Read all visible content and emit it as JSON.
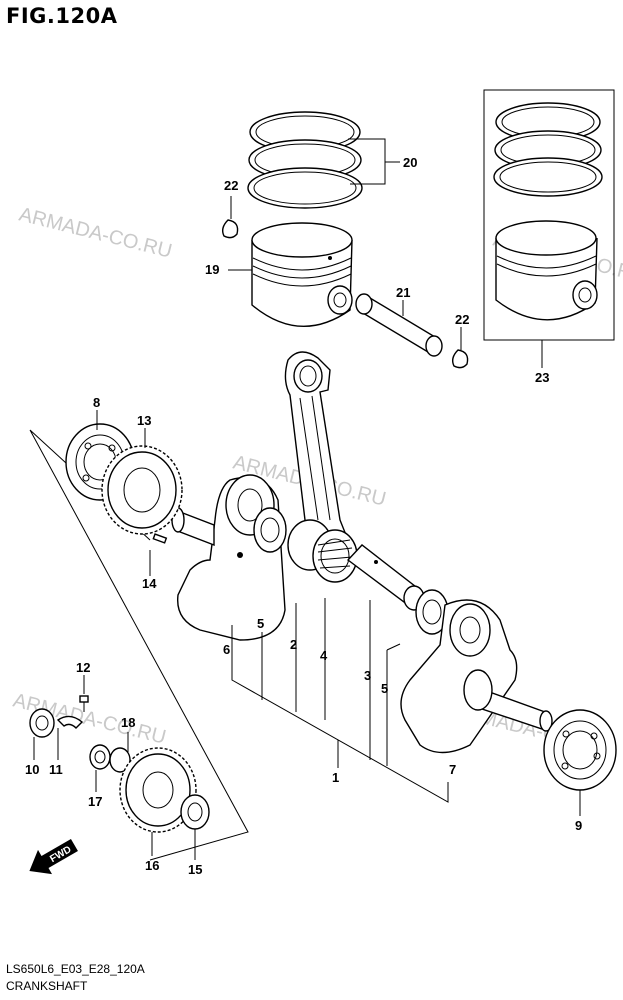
{
  "figure_title": "FIG.120A",
  "footer": {
    "model_code": "LS650L6_E03_E28_120A",
    "section_name": "CRANKSHAFT"
  },
  "watermark": "ARMADA-CO.RU",
  "fwd_label": "FWD",
  "part_numbers": {
    "p1": "1",
    "p2": "2",
    "p3": "3",
    "p4": "4",
    "p5a": "5",
    "p5b": "5",
    "p6": "6",
    "p7": "7",
    "p8": "8",
    "p9": "9",
    "p10": "10",
    "p11": "11",
    "p12": "12",
    "p13": "13",
    "p14": "14",
    "p15": "15",
    "p16": "16",
    "p17": "17",
    "p18": "18",
    "p19": "19",
    "p20": "20",
    "p21": "21",
    "p22a": "22",
    "p22b": "22",
    "p23": "23"
  }
}
